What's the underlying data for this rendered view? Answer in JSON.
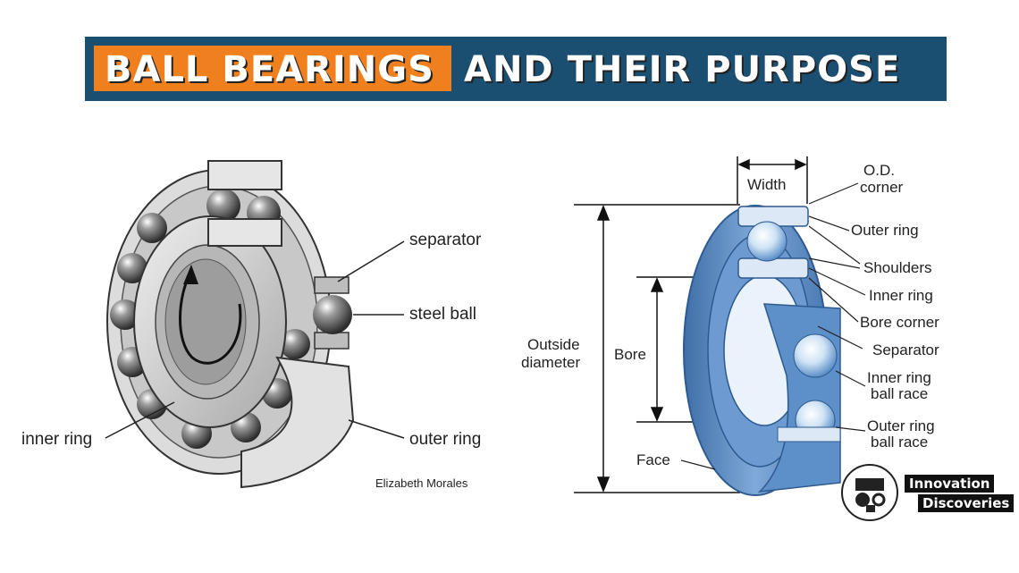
{
  "title": {
    "highlight": "BALL BEARINGS",
    "rest": "AND THEIR PURPOSE"
  },
  "left_diagram": {
    "labels": {
      "separator": "separator",
      "steel_ball": "steel ball",
      "inner_ring": "inner ring",
      "outer_ring": "outer ring"
    },
    "credit": "Elizabeth Morales"
  },
  "right_diagram": {
    "labels": {
      "width": "Width",
      "od_corner_1": "O.D.",
      "od_corner_2": "corner",
      "outer_ring": "Outer ring",
      "shoulders": "Shoulders",
      "inner_ring": "Inner ring",
      "bore_corner": "Bore corner",
      "separator": "Separator",
      "inner_race_1": "Inner ring",
      "inner_race_2": "ball race",
      "outer_race_1": "Outer ring",
      "outer_race_2": "ball race",
      "outside_diameter_1": "Outside",
      "outside_diameter_2": "diameter",
      "bore": "Bore",
      "face": "Face"
    }
  },
  "brand": {
    "line1": "Innovation",
    "line2": "Discoveries"
  },
  "colors": {
    "banner": "#1b4f72",
    "highlight": "#f07f1e",
    "bearing_blue": "#5b8fc9"
  }
}
